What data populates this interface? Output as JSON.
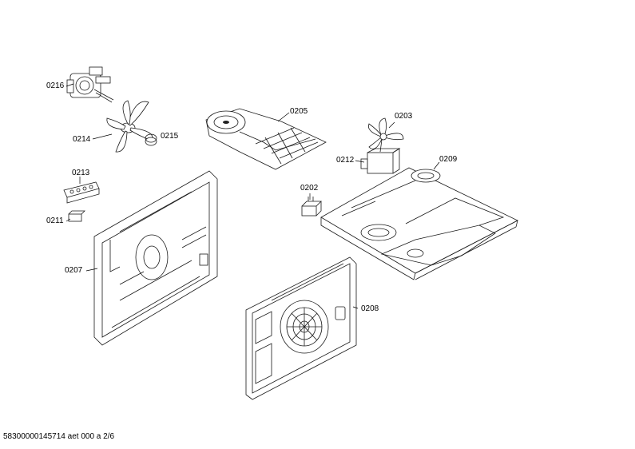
{
  "labels": {
    "p0216": "0216",
    "p0214": "0214",
    "p0215": "0215",
    "p0205": "0205",
    "p0203": "0203",
    "p0212": "0212",
    "p0209": "0209",
    "p0213": "0213",
    "p0202": "0202",
    "p0211": "0211",
    "p0207": "0207",
    "p0208": "0208"
  },
  "footer": {
    "doc_id": "58300000145714 aet 000 a 2/6"
  }
}
